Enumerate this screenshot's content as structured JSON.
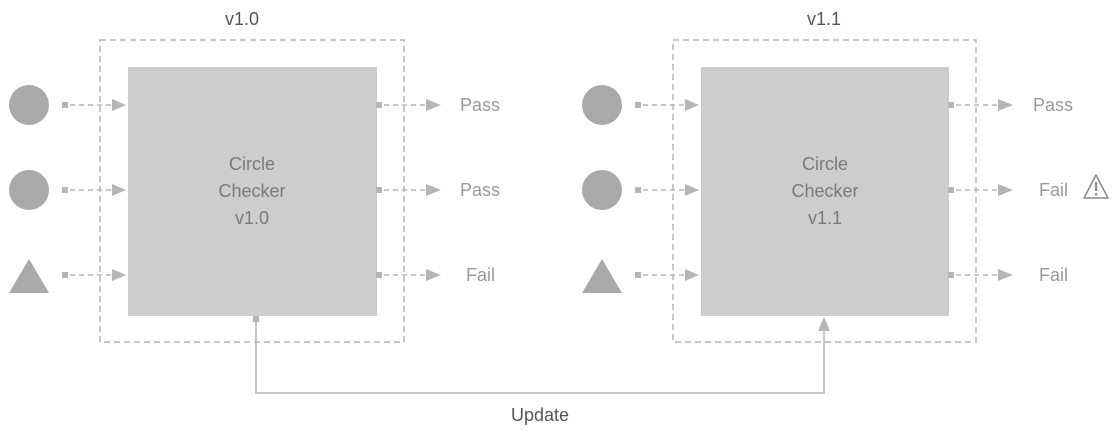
{
  "colors": {
    "frame": "#b5b5b5",
    "box": "#cdcdcd",
    "shape": "#a9a9a9",
    "text_dark": "#555555",
    "text_light": "#9a9a9a",
    "text_box": "#7a7a7a",
    "warning": "#8a8a8a"
  },
  "versions": [
    {
      "frame_label": "v1.0",
      "box_lines": [
        "Circle",
        "Checker",
        "v1.0"
      ],
      "inputs": [
        {
          "shape": "circle"
        },
        {
          "shape": "circle"
        },
        {
          "shape": "triangle"
        }
      ],
      "outputs": [
        {
          "label": "Pass",
          "warning": false
        },
        {
          "label": "Pass",
          "warning": false
        },
        {
          "label": "Fail",
          "warning": false
        }
      ]
    },
    {
      "frame_label": "v1.1",
      "box_lines": [
        "Circle",
        "Checker",
        "v1.1"
      ],
      "inputs": [
        {
          "shape": "circle"
        },
        {
          "shape": "circle"
        },
        {
          "shape": "triangle"
        }
      ],
      "outputs": [
        {
          "label": "Pass",
          "warning": false
        },
        {
          "label": "Fail",
          "warning": true,
          "icon": "warning-icon"
        },
        {
          "label": "Fail",
          "warning": false
        }
      ]
    }
  ],
  "connector": {
    "label": "Update"
  }
}
